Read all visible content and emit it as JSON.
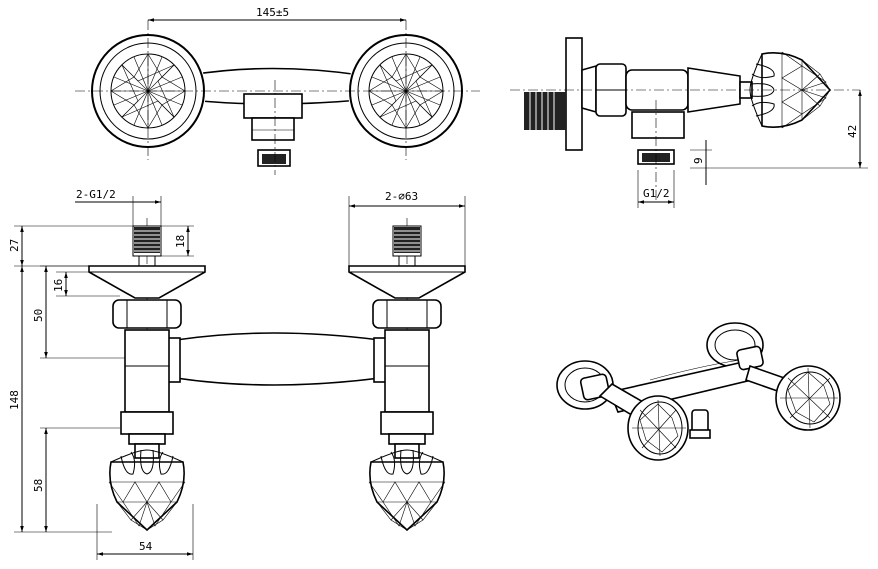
{
  "dimensions": {
    "top_width": "145±5",
    "side_height": "42",
    "side_gap": "9",
    "side_thread": "G1/2",
    "front_inlets": "2-G1/2",
    "front_flange_dia": "2-∅63",
    "front_top": "27",
    "front_thread_len": "18",
    "front_flange_thk": "16",
    "front_to_axis": "50",
    "front_total_height": "148",
    "front_handle_height": "58",
    "front_handle_width": "54"
  }
}
